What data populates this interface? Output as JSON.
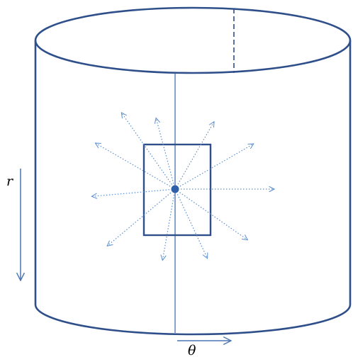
{
  "labels": {
    "r": "r",
    "theta": "θ"
  },
  "colors": {
    "outline": "#2e4f8a",
    "center_dot": "#2e5fa8",
    "dotted_arrows": "#5b8fd0",
    "r_arrow": "#4a76b4",
    "theta_arrow": "#4a76b4"
  },
  "arrow_angles_deg": [
    0,
    30,
    60,
    105,
    125,
    150,
    185,
    220,
    260,
    295,
    325
  ]
}
